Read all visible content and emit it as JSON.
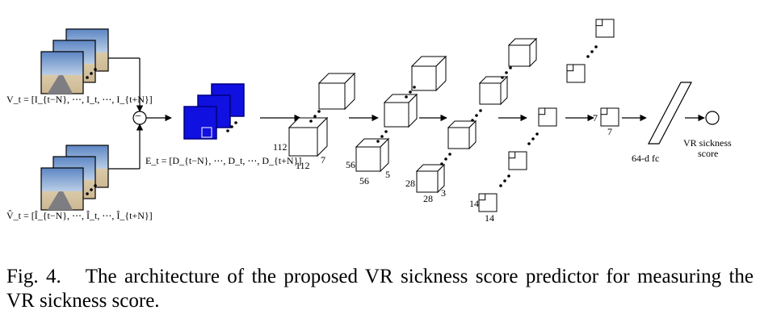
{
  "figure": {
    "input_label": "V_t = [I_{t−N}, ⋯, I_t, ⋯, I_{t+N}]",
    "recon_label": "V̂_t = [Î_{t−N}, ⋯, Î_t, ⋯, Î_{t+N}]",
    "error_label": "E_t = [D_{t−N}, ⋯, D_t, ⋯, D_{t+N}]",
    "minus_symbol": "−",
    "dims": {
      "c1_a": "112",
      "c1_b": "112",
      "c1_c": "7",
      "c2_a": "56",
      "c2_b": "56",
      "c2_c": "5",
      "c3_a": "28",
      "c3_b": "28",
      "c3_c": "3",
      "c4_a": "14",
      "c4_b": "14",
      "c5_a": "7",
      "c5_b": "7"
    },
    "fc_label": "64-d fc",
    "output_label_line1": "VR sickness",
    "output_label_line2": "score",
    "colors": {
      "feature_map_blue": "#1010e0",
      "feature_map_dark": "#000080",
      "sky_top": "#7fa6d6",
      "road": "#7d7d82",
      "sand": "#d9c9a8"
    }
  },
  "caption": {
    "prefix": "Fig. 4.",
    "text": "The architecture of the proposed VR sickness score predictor for measuring the VR sickness score."
  }
}
